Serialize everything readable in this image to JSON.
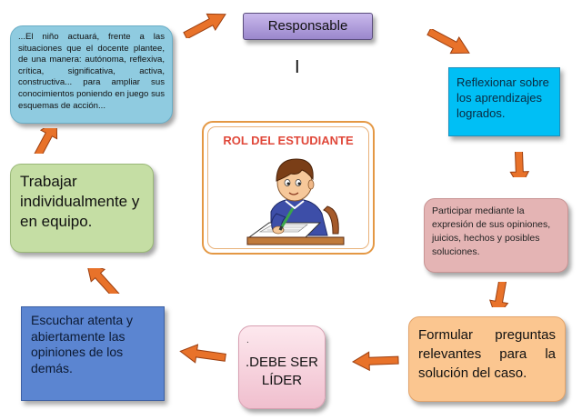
{
  "central": {
    "title": "ROL DEL ESTUDIANTE"
  },
  "nodes": {
    "responsable": "Responsable",
    "cursor_mark": "I",
    "nino": "...El niño actuará, frente a las situaciones que el docente plantee, de una manera: autónoma, reflexiva, crítica, significativa, activa, constructiva... para ampliar sus conocimientos poniendo en juego sus esquemas de acción...",
    "reflexionar": "Reflexionar sobre los aprendizajes logrados.",
    "participar": "Participar mediante la expresión de sus opiniones, juicios, hechos y posibles soluciones.",
    "formular": "Formular preguntas relevantes para la solución del caso.",
    "lider_dot": ".",
    "lider": ".DEBE SER LÍDER",
    "escuchar": "Escuchar atenta y abiertamente las opiniones de los demás.",
    "trabajar": "Trabajar individualmente y en equipo."
  },
  "colors": {
    "arrow": "#e8722a",
    "arrow_outline": "#9c3f10",
    "title": "#e0483a",
    "frame": "#e49844"
  },
  "icons": [
    "arrow-icon",
    "student-illustration"
  ]
}
